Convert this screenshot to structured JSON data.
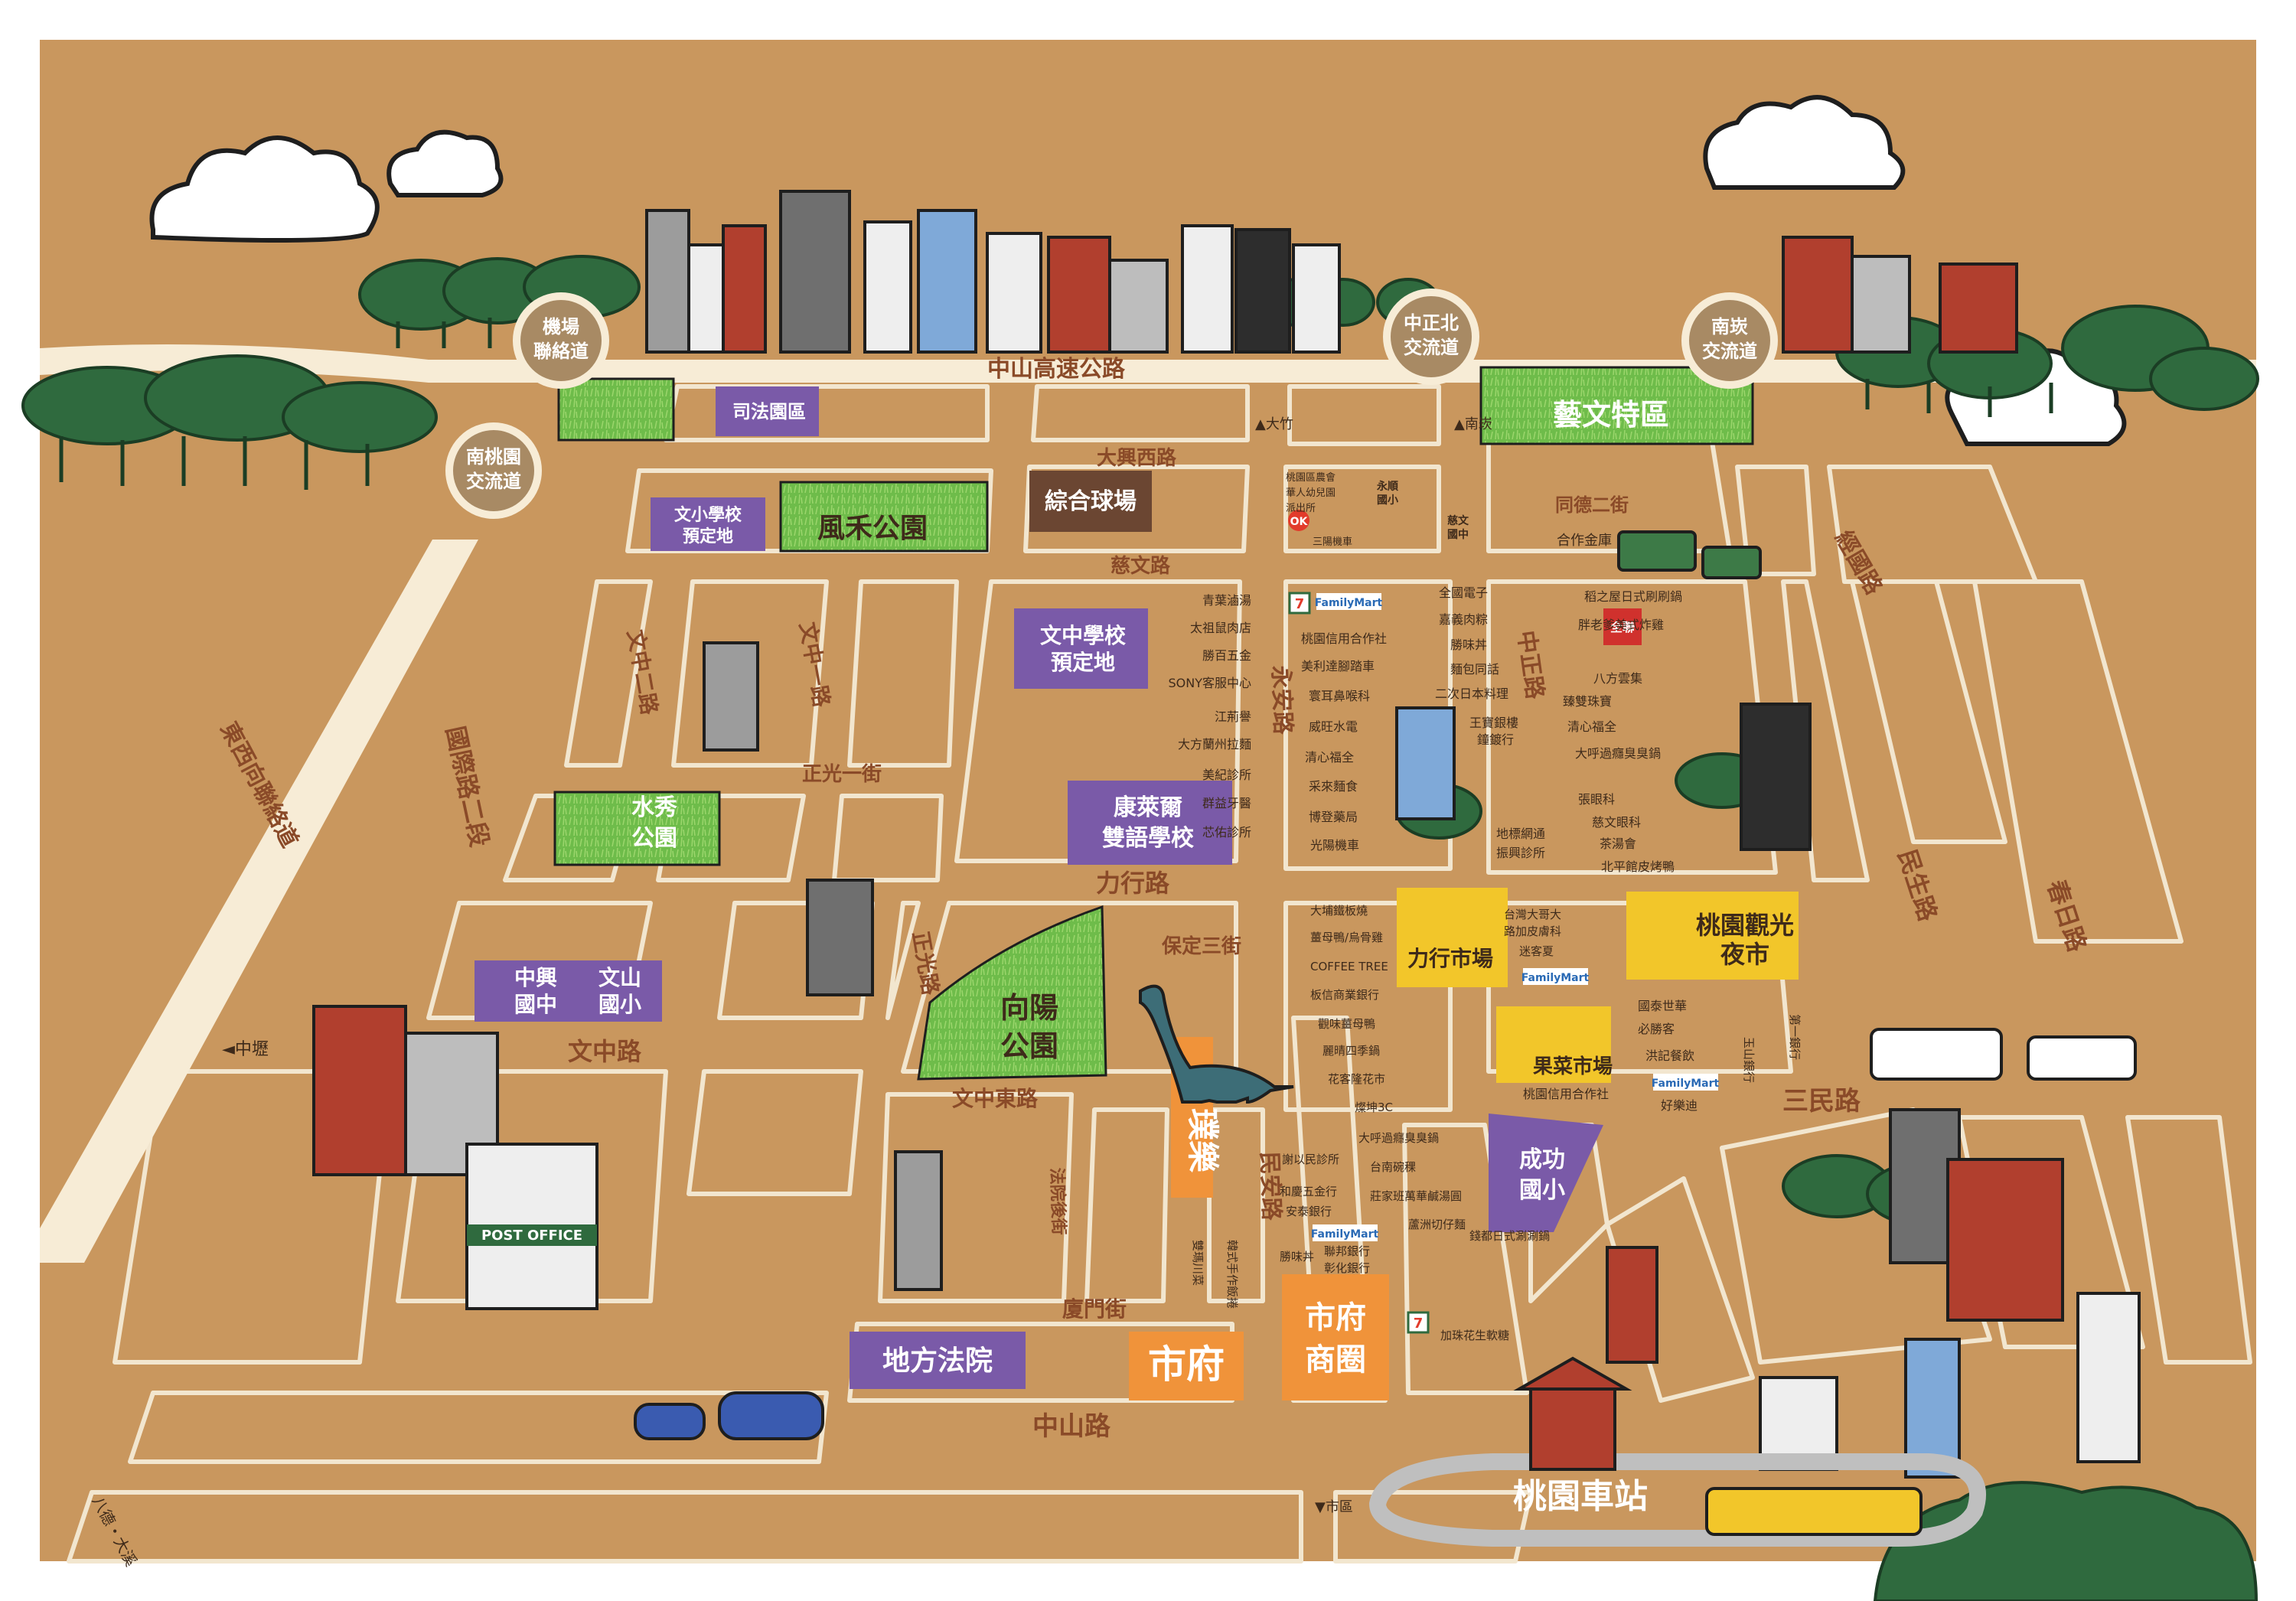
{
  "colors": {
    "paper": "#c9975e",
    "road": "#f7ecd6",
    "block_line": "#f2e6cf",
    "purple": "#7a5aa8",
    "yellow": "#f2c62a",
    "orange": "#f0933a",
    "brown_box": "#6b4632",
    "green_park": "#6ebc4a",
    "tree": "#2f6a3e",
    "circle": "#a88a64",
    "road_text": "#8a4a28"
  },
  "highway": {
    "zhongshan_highway": "中山高速公路",
    "east_west": "東西向聯絡道"
  },
  "interchanges": {
    "airport": [
      "機場",
      "聯絡道"
    ],
    "south_taoyuan": [
      "南桃園",
      "交流道"
    ],
    "zhongzheng_north": [
      "中正北",
      "交流道"
    ],
    "nankan": [
      "南崁",
      "交流道"
    ]
  },
  "roads": {
    "daxing_west": "大興西路",
    "ciwen": "慈文路",
    "zhengguang_1": "正光一街",
    "lixing": "力行路",
    "wenzhong": "文中路",
    "wenzhong_east": "文中東路",
    "baoding_3": "保定三街",
    "xiamen": "廈門街",
    "zhongshan": "中山路",
    "tongde_2": "同德二街",
    "jingguo": "經國路",
    "minsheng": "民生路",
    "chunri": "春日路",
    "sanmin": "三民路",
    "guoji_2": "國際路二段",
    "wenzhong_2": "文中二路",
    "wenzhong_1": "文中一路",
    "zhengguang": "正光路",
    "yongan": "永安路",
    "zhongzheng": "中正路",
    "minan": "民安路",
    "fayuan_back": "法院後街"
  },
  "directions": {
    "zhongli": "◄中壢",
    "bade_daxi": "八德・大溪",
    "dazhu": "▲大竹",
    "nankan": "▲南崁",
    "shiqu": "▼市區"
  },
  "landmarks": {
    "judicial_zone": "司法園區",
    "wenxiao_school": [
      "文小學校",
      "預定地"
    ],
    "fenghe_park": "風禾公園",
    "stadium": "綜合球場",
    "arts_zone": "藝文特區",
    "wenzhong_school": [
      "文中學校",
      "預定地"
    ],
    "kanglaier": [
      "康萊爾",
      "雙語學校"
    ],
    "shuixiu_park": [
      "水秀",
      "公園"
    ],
    "zhongxing_school": [
      "中興",
      "國中"
    ],
    "wenshan_school": [
      "文山",
      "國小"
    ],
    "xiangyang_park": [
      "向陽",
      "公園"
    ],
    "pule": "璞樂",
    "district_court": "地方法院",
    "city_hall": "市府",
    "city_hall_area": [
      "市府",
      "商圈"
    ],
    "lixing_market": "力行市場",
    "night_market": [
      "桃園觀光",
      "夜市"
    ],
    "fruit_market": "果菜市場",
    "chenggong_school": [
      "成功",
      "國小"
    ],
    "station": "桃園車站",
    "post_office": "POST OFFICE",
    "yongmian_school": [
      "永順",
      "國小"
    ],
    "wenchang_school": [
      "慈文",
      "國中"
    ]
  },
  "shops_left": [
    "青葉滷湯",
    "太祖鼠肉店",
    "勝百五金",
    "SONY客服中心",
    "江荊譽",
    "大方蘭州拉麵",
    "美紀診所",
    "群益牙醫",
    "芯佑診所"
  ],
  "shops_mid_a": [
    "全國電子",
    "嘉義肉粽",
    "勝味丼",
    "麵包同話",
    "二次日本料理",
    "王寶銀樓",
    "鐘鍍行",
    "地標網通",
    "振興診所"
  ],
  "shops_mid_b": [
    "桃園信用合作社",
    "美利達腳踏車",
    "寰耳鼻喉科",
    "威旺水電",
    "清心福全",
    "采來麵食",
    "博登藥局",
    "光陽機車"
  ],
  "shops_top": [
    "桃園區農會",
    "華人幼兒園",
    "派出所",
    "三陽機車"
  ],
  "shops_right": [
    "稻之屋日式刷刷鍋",
    "胖老爹美式炸雞",
    "八方雲集",
    "臻雙珠寶",
    "清心福全",
    "大呼過癮臭臭鍋",
    "張眼科",
    "慈文眼科",
    "茶湯會",
    "北平館皮烤鴨"
  ],
  "shops_bottom_left": [
    "大埔鐵板燒",
    "薑母鴨/烏骨雞",
    "COFFEE TREE",
    "板信商業銀行",
    "觀味薑母鴨",
    "麗晴四季鍋",
    "花客隆花市",
    "燦坤3C",
    "大呼過癮臭臭鍋",
    "台南碗稞",
    "莊家班萬華鹹湯圓",
    "蘆洲切仔麵"
  ],
  "shops_market_side": [
    "台灣大哥大",
    "路加皮膚科",
    "迷客夏"
  ],
  "shops_bottom_right": [
    "國泰世華",
    "必勝客",
    "洪記餐飲",
    "好樂迪",
    "桃園信用合作社"
  ],
  "shops_bank": [
    "第一銀行",
    "玉山銀行"
  ],
  "shops_minan": [
    "謝以民診所",
    "和慶五金行",
    "安泰銀行",
    "勝味丼",
    "聯邦銀行",
    "彰化銀行",
    "錢都日式涮涮鍋",
    "加珠花生軟糖"
  ],
  "shops_vertical": [
    "雙瑪川菜",
    "韓式手作飯捲"
  ],
  "brands": {
    "familymart": "FamilyMart",
    "seven": "7",
    "ok": "OK",
    "cooperative": "合作金庫",
    "quanlian": "全聯"
  }
}
